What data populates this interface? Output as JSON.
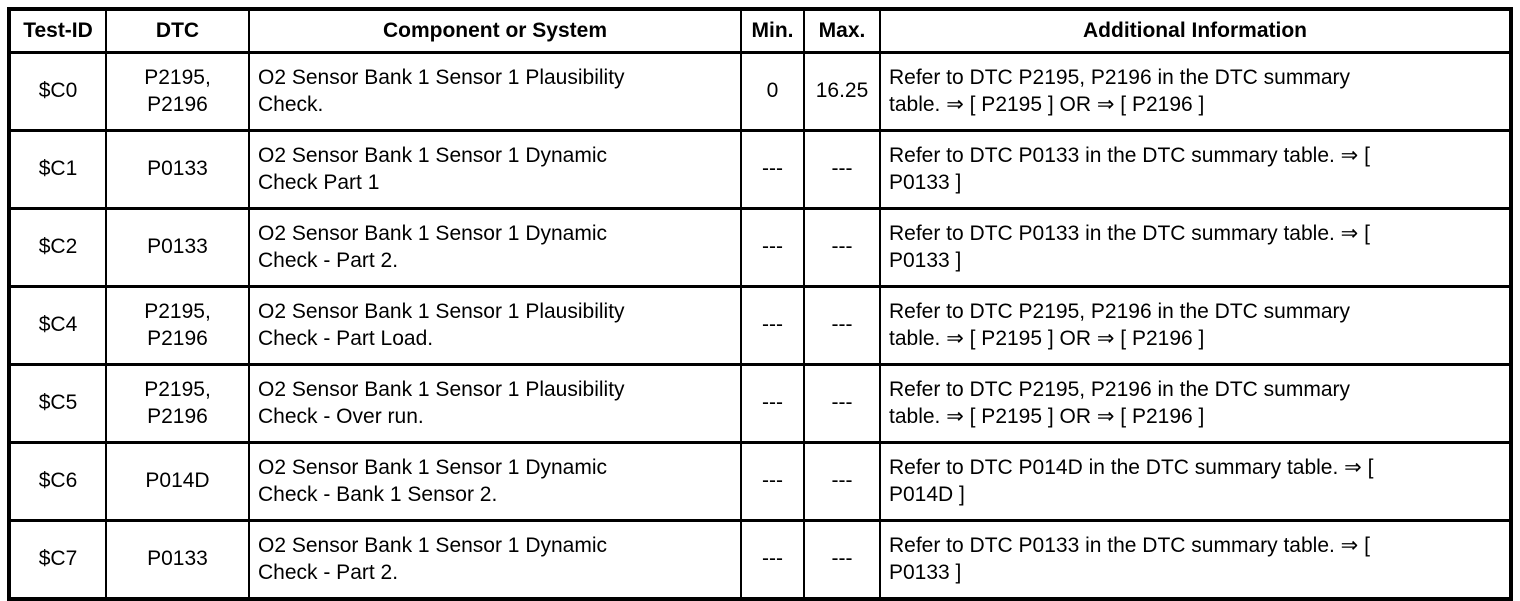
{
  "colors": {
    "border": "#000000",
    "background": "#ffffff",
    "text": "#000000"
  },
  "table": {
    "headers": [
      "Test-ID",
      "DTC",
      "Component or System",
      "Min.",
      "Max.",
      "Additional Information"
    ],
    "rows": [
      {
        "test_id": "$C0",
        "dtc": "P2195,\nP2196",
        "component": "O2 Sensor Bank 1 Sensor 1 Plausibility\nCheck.",
        "min": "0",
        "max": "16.25",
        "info": "Refer to DTC P2195, P2196 in the DTC summary\ntable. ⇒ [ P2195 ] OR ⇒ [ P2196 ]"
      },
      {
        "test_id": "$C1",
        "dtc": "P0133",
        "component": "O2 Sensor Bank 1 Sensor 1 Dynamic\nCheck Part 1",
        "min": "---",
        "max": "---",
        "info": "Refer to DTC P0133 in the DTC summary table. ⇒ [\nP0133 ]"
      },
      {
        "test_id": "$C2",
        "dtc": "P0133",
        "component": "O2 Sensor Bank 1 Sensor 1 Dynamic\nCheck - Part 2.",
        "min": "---",
        "max": "---",
        "info": "Refer to DTC P0133 in the DTC summary table. ⇒ [\nP0133 ]"
      },
      {
        "test_id": "$C4",
        "dtc": "P2195,\nP2196",
        "component": "O2 Sensor Bank 1 Sensor 1 Plausibility\nCheck - Part Load.",
        "min": "---",
        "max": "---",
        "info": "Refer to DTC P2195, P2196 in the DTC summary\ntable. ⇒ [ P2195 ] OR ⇒ [ P2196 ]"
      },
      {
        "test_id": "$C5",
        "dtc": "P2195,\nP2196",
        "component": "O2 Sensor Bank 1 Sensor 1 Plausibility\nCheck - Over run.",
        "min": "---",
        "max": "---",
        "info": "Refer to DTC P2195, P2196 in the DTC summary\ntable. ⇒ [ P2195 ] OR ⇒ [ P2196 ]"
      },
      {
        "test_id": "$C6",
        "dtc": "P014D",
        "component": "O2 Sensor Bank 1 Sensor 1 Dynamic\nCheck - Bank 1 Sensor 2.",
        "min": "---",
        "max": "---",
        "info": "Refer to DTC P014D in the DTC summary table. ⇒ [\nP014D ]"
      },
      {
        "test_id": "$C7",
        "dtc": "P0133",
        "component": "O2 Sensor Bank 1 Sensor 1 Dynamic\nCheck - Part 2.",
        "min": "---",
        "max": "---",
        "info": "Refer to DTC P0133 in the DTC summary table. ⇒ [\nP0133 ]"
      }
    ]
  }
}
